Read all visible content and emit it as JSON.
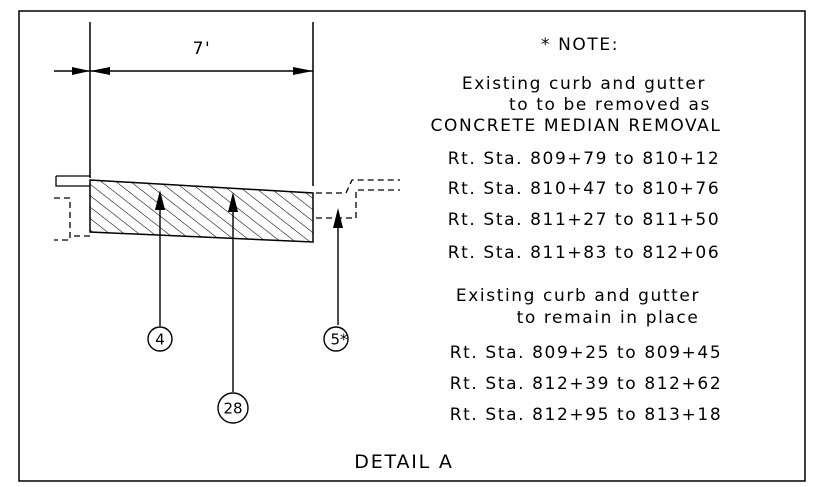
{
  "dimension_label": "7'",
  "note": {
    "heading": "* NOTE:",
    "removed_header": [
      "Existing curb and gutter",
      "to to be removed as",
      "CONCRETE MEDIAN REMOVAL"
    ],
    "removed_stations": [
      "Rt. Sta. 809+79 to 810+12",
      "Rt. Sta. 810+47 to 810+76",
      "Rt. Sta. 811+27 to 811+50",
      "Rt. Sta. 811+83 to 812+06"
    ],
    "remain_header": [
      "Existing curb and gutter",
      "to remain in place"
    ],
    "remain_stations": [
      "Rt. Sta. 809+25 to 809+45",
      "Rt. Sta. 812+39 to 812+62",
      "Rt. Sta. 812+95 to 813+18"
    ]
  },
  "callouts": {
    "c4": "4",
    "c28": "28",
    "c5": "5*"
  },
  "title": "DETAIL A"
}
